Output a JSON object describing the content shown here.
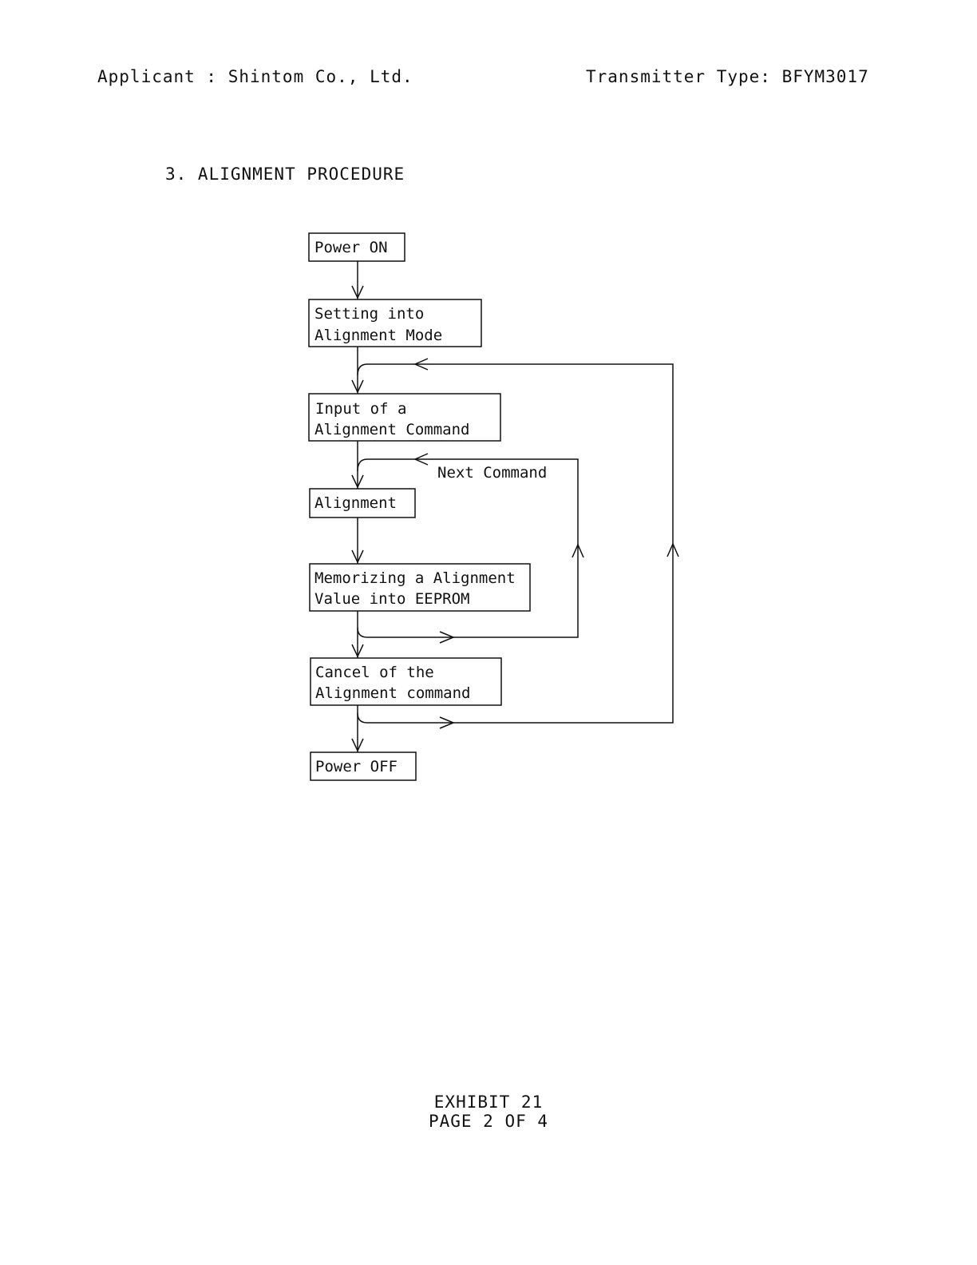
{
  "header": {
    "applicant": "Applicant : Shintom Co., Ltd.",
    "transmitter": "Transmitter Type: BFYM3017"
  },
  "section_title": "3. ALIGNMENT PROCEDURE",
  "flowchart": {
    "steps": [
      {
        "lines": [
          "Power ON"
        ]
      },
      {
        "lines": [
          "Setting into",
          "Alignment Mode"
        ]
      },
      {
        "lines": [
          "Input of a",
          "Alignment Command"
        ]
      },
      {
        "lines": [
          "Alignment"
        ]
      },
      {
        "lines": [
          "Memorizing a Alignment",
          "Value into EEPROM"
        ]
      },
      {
        "lines": [
          "Cancel of the",
          "Alignment command"
        ]
      },
      {
        "lines": [
          "Power OFF"
        ]
      }
    ],
    "loop_label": "Next Command"
  },
  "footer": {
    "exhibit": "EXHIBIT 21",
    "page": "PAGE 2 OF 4"
  }
}
